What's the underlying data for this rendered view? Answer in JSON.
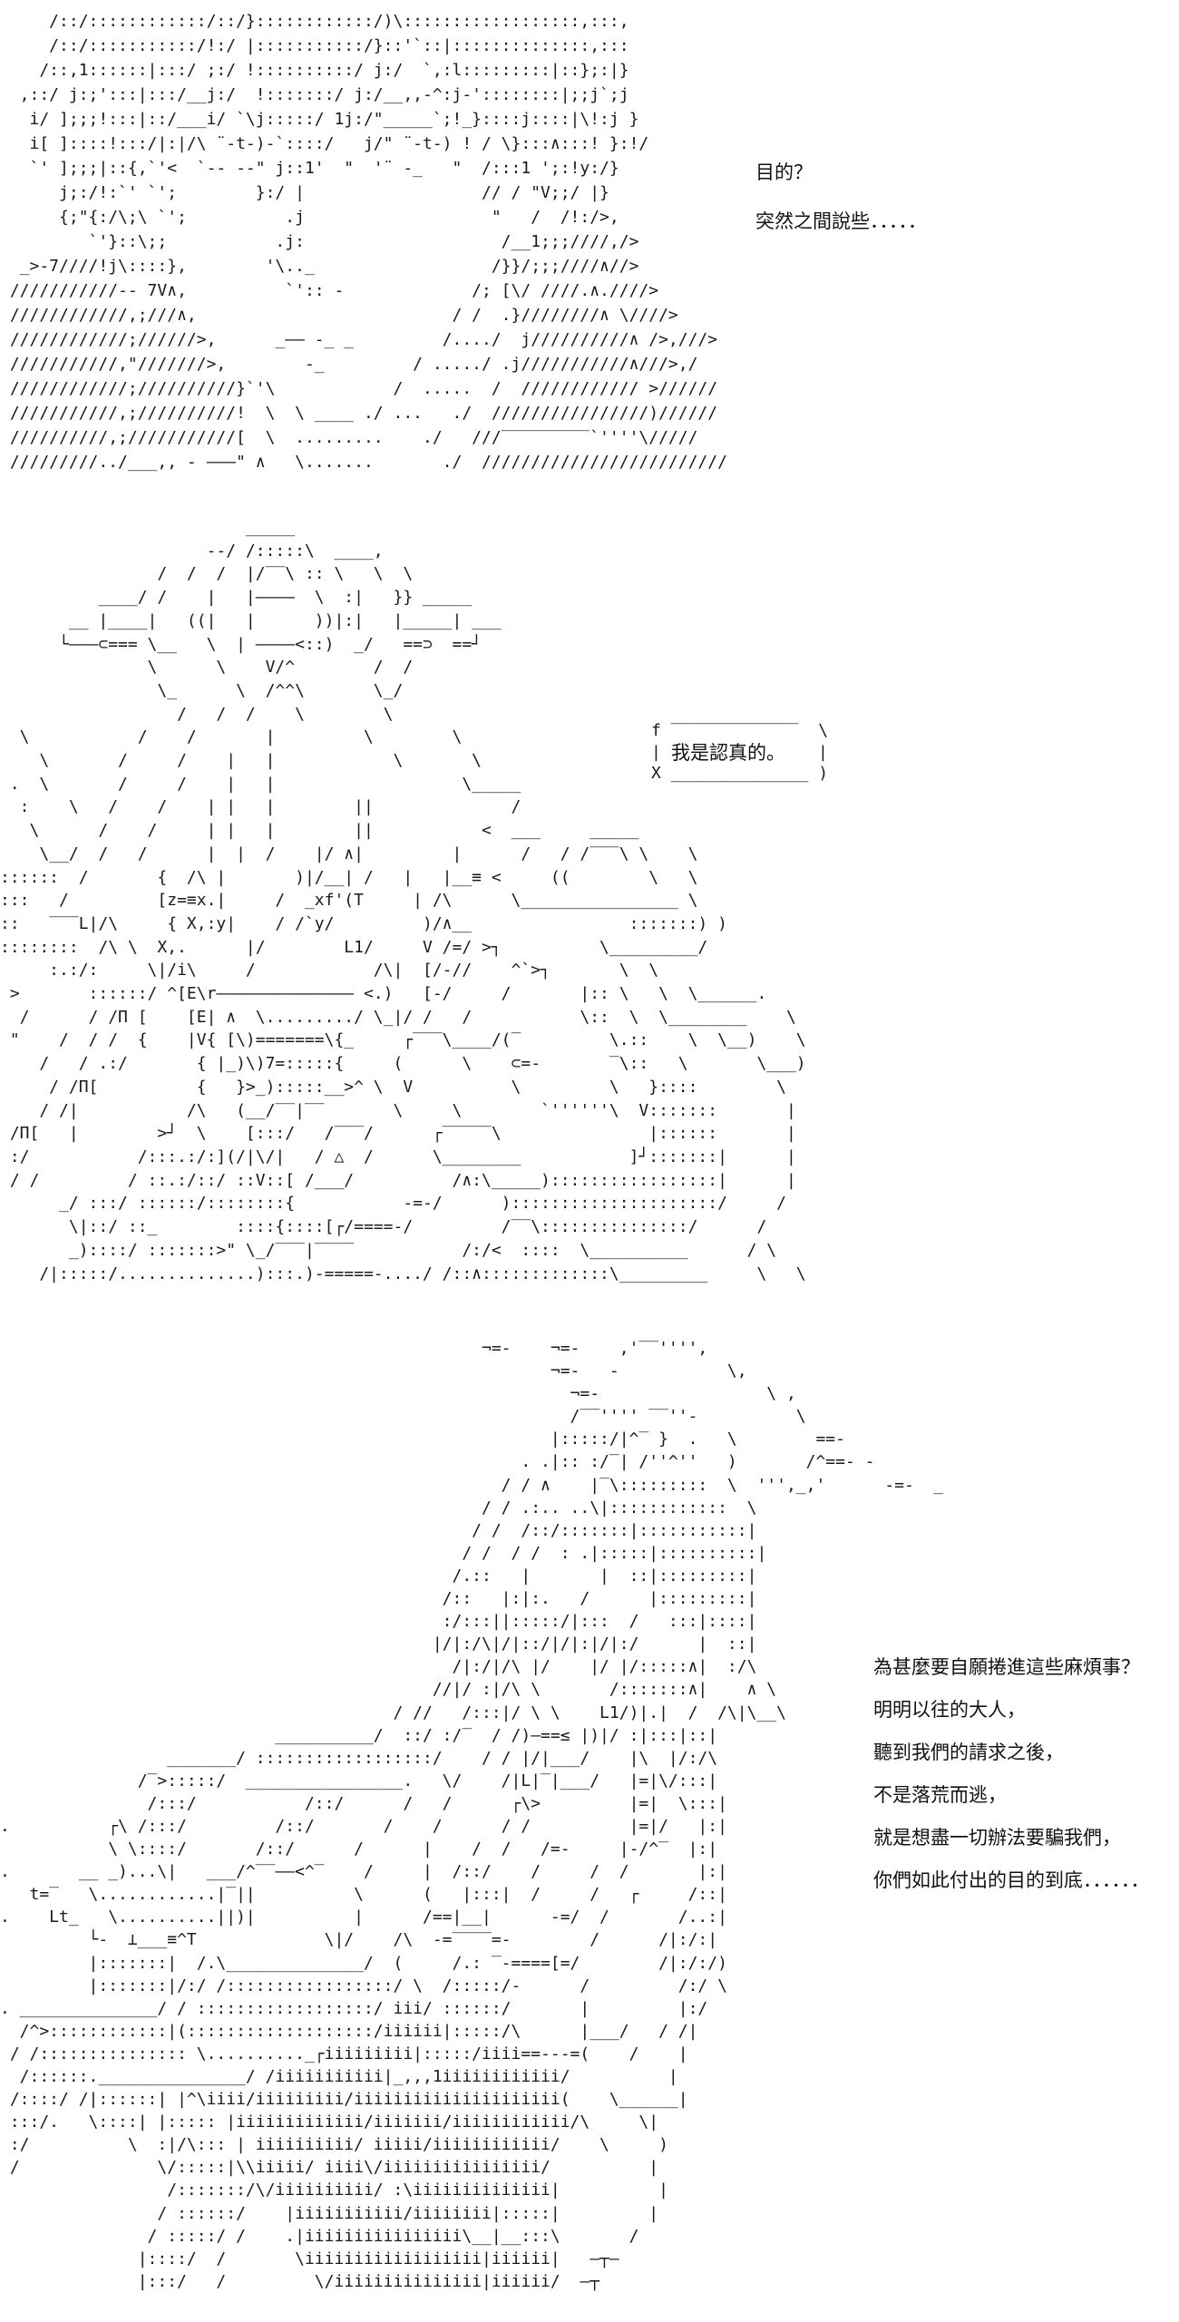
{
  "panel1": {
    "art": [
      "     /::/::::::::::::/::/}::::::::::::/)\\::::::::::::::::::,:::,",
      "     /::/:::::::::::/!:/ |:::::::::::/}::'`::|::::::::::::::,:::",
      "    /::,1::::::|:::/ ;:/ !::::::::::/ j:/  `,:l:::::::::|::};:|}",
      "  ,::/ j:;':::|:::/__j:/  !:::::::/ j:/__,,-^:j-'::::::::|;;j`;j",
      "   i/ ];;;!:::|::/___i/ `\\j:::::/ 1j:/\"_____`;!_}::::j::::|\\!:j }",
      "   i[ ]::::!:::/|:|/\\ ¨-t-)-`::::/   j/\" ¨-t-) ! / \\}:::∧:::! }:!/",
      "   `' ];;;|::{,`'<  `-- --\" j::1'  \"  '¨ -_   \"  /:::1 ';:!y:/}",
      "      j;:/!:`' `';        }:/ |                  // / \"V;;/ |}",
      "      {;\"{:/\\;\\ `';          .j                   \"   /  /!:/>,",
      "         `'}::\\;;           .j:                    /__1;;;////,/>",
      "  _>-7////!j\\::::},        '\\.._                  /}}/;;;////∧//>",
      " ///////////-- 7V∧,          `':: -             /; [\\/ ////.∧.////>",
      " ////////////,;///∧,                          / /  .}////////∧ \\////>",
      " ////////////;//////>,      _―― -_ _         /..../  j//////////∧ />,///>",
      " ///////////,\"///////>,        -_         / ...../ .j///////////∧///>,/",
      " ////////////;//////////}`'\\            /  .....  /  //////////// >//////",
      " ///////////,;//////////!  \\  \\ ____ ./ ...   ./  ////////////////)//////",
      " //////////,;///////////[  \\  .........    ./   ///‾‾‾‾‾‾‾‾‾`''''\\/////",
      " /////////../___,, - ―――\" ∧   \\.......       ./  /////////////////////////"
    ],
    "dialogue": [
      "目的？",
      "突然之間說些．．．．．"
    ]
  },
  "panel2": {
    "art": [
      "                         _____",
      "                     --/ /:::::\\  ____,",
      "                /  /  /  |/‾‾\\ :: \\   \\  \\",
      "          ____/ /    |   |――――  \\  :|   }} _____",
      "       __ |____|   ((|   |      ))|:|   |_____| ___",
      "      └―――⊂=== \\__   \\  | ――――<::)  _/   ==⊃  ==┘",
      "               \\      \\    V/^        /  /",
      "                \\_      \\  /^^\\       \\_/",
      "                  /   /  /    \\        \\",
      "  \\           /    /       |         \\        \\",
      "    \\       /     /    |   |            \\       \\",
      " .  \\       /     /    |   |                   \\_____",
      "  :    \\   /    /    | |   |        ||              /",
      "   \\      /    /     | |   |        ||           <  ___     _____",
      "    \\__/  /   /      |  |  /    |/ ∧|         |      /   / /‾‾‾\\ \\    \\",
      "::::::  /       {  /\\ |       )|/__| /   |   |__≡ <     ((        \\   \\",
      ":::   /         [z=≡x.|     /  _xf'(T     | /\\      \\________________ \\",
      "::   ‾‾‾L|/\\     { X,:y|    / /`y/         )/∧__                :::::::) )",
      "::::::::  /\\ \\  X,.      |/        L1/     V /=/ >┐          \\_________/",
      "     :.:/:     \\|/i\\     /            /\\|  [/-//    ^`>┐       \\  \\",
      " >       ::::::/ ^[E\\r―――――――――――――― <.)   [-/     /       |:: \\   \\  \\______.",
      "  /      / /П [    [E| ∧  \\........./ \\_|/ /   /           \\::  \\  \\________    \\",
      " \"    /  / /  {    |V{ [\\)=======\\{_     ┌‾‾‾\\____/(‾         \\.::    \\  \\__)    \\",
      "    /   / .:/       { |_)\\)7=:::::{     (      \\    ⊂=-       ‾\\::   \\       \\___)",
      "     / /П[          {   }>_):::::__>^ \\  V          \\         \\   }::::        \\",
      "    / /|           /\\   (__/‾‾|‾‾       \\     \\        `''''''\\  V:::::::       |",
      " /П[   |        >┘  \\    [:::/   /‾‾‾/      ┌‾‾‾‾‾\\               |::::::       |",
      " :/           /:::.:/:](/|\\/|   / △  /      \\________           ]┘:::::::|      |",
      " / /         / ::.:/::/ ::V::[ /___/          /∧:\\_____):::::::::::::::::|      |",
      "      _/ :::/ ::::::/::::::::{           -=-/      ):::::::::::::::::::::/     /",
      "       \\|::/ ::_        ::::{::::[┌/====-/         /‾‾\\:::::::::::::::/      /",
      "       _)::::/ :::::::>\" \\_/‾‾‾|‾‾‾‾           /:/<  ::::  \\__________      / \\",
      "    /|:::::/..............):::.)-=====-..../ /::∧:::::::::::::\\_________     \\   \\"
    ],
    "speech_bubble": {
      "top": "f ‾‾‾‾‾‾‾‾‾‾‾‾‾  \\",
      "left_edge": "|",
      "text": "我是認真的。",
      "right_edge": "|",
      "bottom": "X ______________ )"
    }
  },
  "panel3": {
    "art": [
      "                                                 ¬=-    ¬=-    ,'‾‾'''',",
      "                                                        ¬=-   -           \\,",
      "                                                          ¬=-                 \\ ,",
      "                                                          /‾‾'''' ‾‾''-          \\",
      "                                                        |:::::/|^‾ }  .   \\        ==-",
      "                                                     . .|:: :/‾| /''^''   )       /^==- -",
      "                                                   / / ∧    |‾\\:::::::::  \\  ''',_,'      -=-  _",
      "                                                 / / .:.. ..\\|::::::::::::  \\",
      "                                                / /  /::/:::::::|:::::::::::|",
      "                                               / /  / /  : .|:::::|::::::::::|",
      "                                              /.::   |       |  ::|:::::::::|",
      "                                             /::   |:|:.   /      |:::::::::|",
      "                                             :/:::||:::::/|:::  /   :::|::::|",
      "                                            |/|:/\\|/|::/|/|:|/|:/      |  ::|",
      "                                              /|:/|/\\ |/    |/ |/:::::∧|  :/\\",
      "                                            //|/ :|/\\ \\       /:::::::∧|    ∧ \\",
      "                                        / //   /:::|/ \\ \\    L1/)|.|  /  /\\|\\__\\",
      "                            __________/  ::/ :/‾  / /)―==≤ |)|/ :|:::|::|",
      "                 _______/ ::::::::::::::::::/    / / |/|___/    |\\  |/:/\\",
      "              /‾>:::::/  ________________.   \\/    /|L|‾|___/   |=|\\/:::|",
      "               /:::/           /::/      /   /      ┌\\>         |=|  \\:::|",
      ".          ┌\\ /:::/         /::/       /    /      / /          |=|/   |:|",
      "           \\ \\::::/       /::/      /      |    /  /   /=-     |-/^‾  |:|",
      ".       __ _)...\\|   ___/^‾‾――<^‾    /     |  /::/    /     /  /       |:|",
      "   t=‾   \\............|‾||          \\      (   |:::|  /     /   ┌     /::|",
      ".    Lt_   \\..........||)|          |      /==|__|      -=/  /       /..:|",
      "         └-  ⊥___≡^T             \\|/    /\\  -=‾‾‾‾=-        /      /|:/:|",
      "         |:::::::|  /.\\______________/  (     /.: ‾-====[=/        /|:/:/)",
      "         |:::::::|/:/ /:::::::::::::::::/ \\  /:::::/-      /         /:/ \\",
      ". ______________/ / ::::::::::::::::::/ iii/ ::::::/       |         |:/",
      "  /^>::::::::::::|(:::::::::::::::::::/iiiiii|:::::/\\      |___/   / /|",
      " / /::::::::::::::: \\.........._┌iiiiiiiii|:::::/iiii==---=(    /    |",
      "  /::::::._______________/ /iiiiiiiiiii|_,,,1iiiiiiiiiiii/          |",
      " /::::/ /|::::::| |^\\iiii/iiiiiiiii/iiiiiiiiiiiiiiiiiiiii(    \\______|",
      " :::/.   \\::::| |::::: |iiiiiiiiiiiii/iiiiiii/iiiiiiiiiiii/\\     \\|",
      " :/          \\  :|/\\::: | iiiiiiiiii/ iiiii/iiiiiiiiiiii/    \\     )",
      " /              \\/:::::|\\\\iiiii/ iiii\\/iiiiiiiiiiiiiiii/          |",
      "                 /:::::::/\\/iiiiiiiiii/ :\\iiiiiiiiiiiiii|          |",
      "                / ::::::/    |iiiiiiiiiii/iiiiiiii|:::::|         |",
      "               / :::::/ /    .|iiiiiiiiiiiiiiii\\__|__:::\\       /",
      "              |::::/  /       \\iiiiiiiiiiiiiiiiii|iiiiii|   ―┬―",
      "              |:::/   /         \\/iiiiiiiiiiiiiii|iiiiii/  ―┬"
    ],
    "dialogue": [
      "為甚麼要自願捲進這些麻煩事？",
      "明明以往的大人，",
      "聽到我們的請求之後，",
      "不是落荒而逃，",
      "就是想盡一切辦法要騙我們，",
      "你們如此付出的目的到底．．．．．．"
    ]
  }
}
